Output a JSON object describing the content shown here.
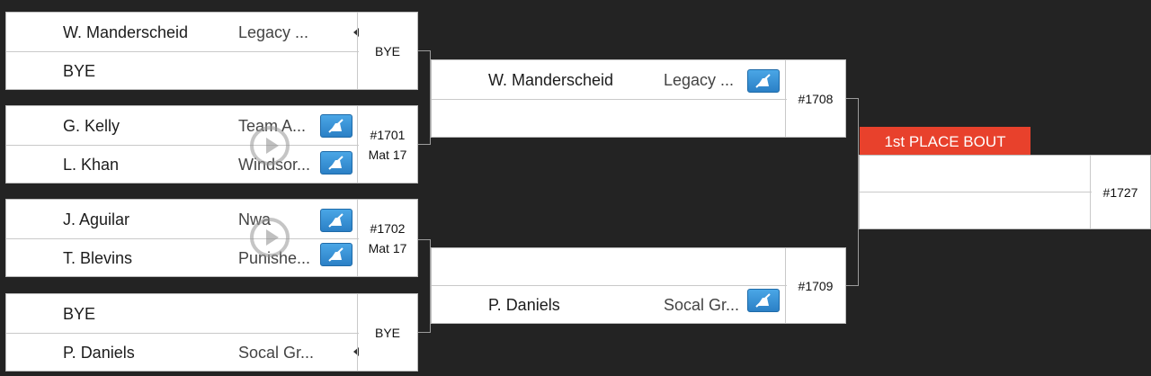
{
  "round1": [
    {
      "top": {
        "name": "W. Manderscheid",
        "team": "Legacy ..."
      },
      "bottom": {
        "name": "BYE",
        "team": ""
      },
      "label": "BYE",
      "mat": ""
    },
    {
      "top": {
        "name": "G. Kelly",
        "team": "Team A..."
      },
      "bottom": {
        "name": "L. Khan",
        "team": "Windsor..."
      },
      "label": "#1701",
      "mat": "Mat 17"
    },
    {
      "top": {
        "name": "J. Aguilar",
        "team": "Nwa"
      },
      "bottom": {
        "name": "T. Blevins",
        "team": "Punishe..."
      },
      "label": "#1702",
      "mat": "Mat 17"
    },
    {
      "top": {
        "name": "BYE",
        "team": ""
      },
      "bottom": {
        "name": "P. Daniels",
        "team": "Socal Gr..."
      },
      "label": "BYE",
      "mat": ""
    }
  ],
  "round2": [
    {
      "top": {
        "name": "W. Manderscheid",
        "team": "Legacy ..."
      },
      "bottom": {
        "name": "",
        "team": ""
      },
      "label": "#1708"
    },
    {
      "top": {
        "name": "",
        "team": ""
      },
      "bottom": {
        "name": "P. Daniels",
        "team": "Socal Gr..."
      },
      "label": "#1709"
    }
  ],
  "final": {
    "banner": "1st PLACE BOUT",
    "label": "#1727"
  },
  "colors": {
    "background": "#232323",
    "banner": "#e8412c",
    "lock_button": "#3b95d8"
  },
  "icons": {
    "lock": "mute-lock-icon",
    "play": "play-icon",
    "caret": "caret-left-icon"
  }
}
